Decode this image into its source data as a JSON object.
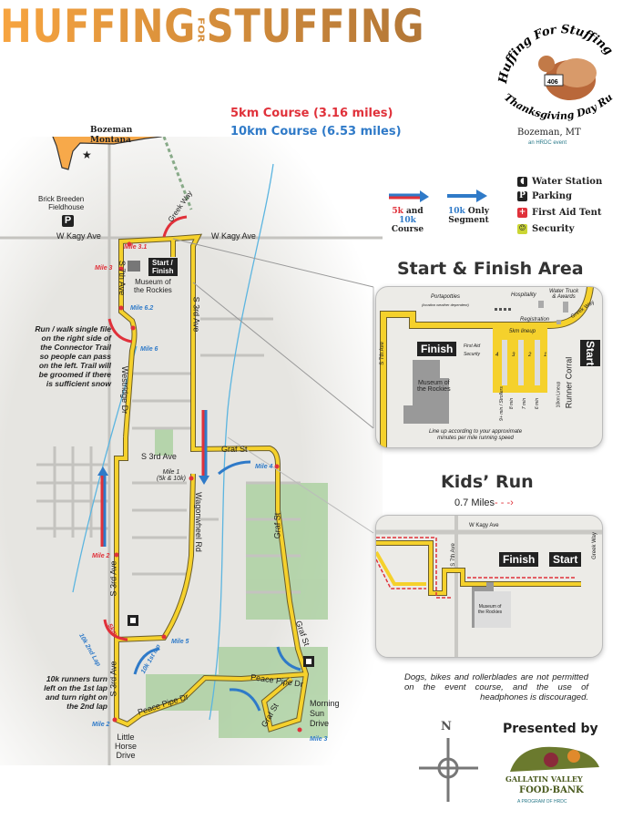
{
  "header": {
    "title_left": "HUFFING",
    "title_for": "FOR",
    "title_right": "STUFFING"
  },
  "logo": {
    "text_top": "Huffing For Stuffing",
    "text_bottom": "Thanksgiving Day Run",
    "bib": "406",
    "location": "Bozeman, MT",
    "event_by": "an HRDC event"
  },
  "state_inset": {
    "label_line1": "Bozeman",
    "label_line2": "Montana"
  },
  "courses": [
    {
      "label": "5km Course (3.16 miles)",
      "color": "#e0313a"
    },
    {
      "label": "10km Course (6.53 miles)",
      "color": "#2f7ac8"
    }
  ],
  "arrow_legend": [
    {
      "label_a": "5k",
      "label_b": " and ",
      "label_c": "10k",
      "label_d": "Course"
    },
    {
      "label_a": "10k",
      "label_b": " Only",
      "label_c": "Segment"
    }
  ],
  "icon_legend": [
    {
      "icon": "water-station-icon",
      "label": "Water Station"
    },
    {
      "icon": "parking-icon",
      "label": "Parking"
    },
    {
      "icon": "first-aid-icon",
      "label": "First Aid Tent"
    },
    {
      "icon": "security-icon",
      "label": "Security"
    }
  ],
  "map": {
    "fieldhouse": "Brick Breeden\nFieldhouse",
    "streets": {
      "kagy_w": "W  Kagy  Ave",
      "kagy_e": "W  Kagy  Ave",
      "greek": "Greek Way",
      "s7th": "S 7th Ave",
      "s3rd_n": "S 3rd Ave",
      "westridge": "Westridge  Dr",
      "s3rd_cross": "S  3rd  Ave",
      "graf_top": "Graf    St",
      "wagonwheel": "Wagonwheel  Rd",
      "graf_mid": "Graf  St",
      "s3rd_w": "S  3rd  Ave",
      "s3rd_w2": "S  3rd  Ave",
      "graf_low": "Graf  St",
      "graf_south": "Graf  St",
      "peace_e": "Peace  Pipe  Dr",
      "peace_w": "Peace   Pipe   Dr",
      "morning": "Morning\nSun\nDrive",
      "little_horse": "Little\nHorse\nDrive"
    },
    "start_finish": "Start /\nFinish",
    "museum": "Museum of\nthe Rockies",
    "miles": {
      "m31": "Mile 3.1",
      "m3a": "Mile 3",
      "m62": "Mile 6.2",
      "m6": "Mile 6",
      "m1": "Mile 1\n(5k & 10k)",
      "m4": "Mile 4",
      "m2red": "Mile 2",
      "m5": "Mile 5",
      "m2blue": "Mile 2",
      "m3blue": "Mile 3"
    },
    "lap_5k": "5km",
    "lap_10k2": "10k 2nd Lap",
    "lap_10k1": "10k 1st lap",
    "trail_note": "Run / walk single file\non the right side of\nthe Connector Trail\nso people can pass\non the left. Trail will\nbe groomed if there\nis sufficient snow",
    "turn_note_1": "10k runners turn ",
    "turn_note_left": "left",
    "turn_note_2": " on the 1st lap and turn ",
    "turn_note_right": "right",
    "turn_note_3": " on the 2nd lap"
  },
  "start_area": {
    "title": "Start & Finish Area",
    "portapotties": "Portapotties",
    "portapotties_note": "(location weather dependent)",
    "hospitality": "Hospitality",
    "water_truck": "Water Truck\n& Awards",
    "registration": "Registration",
    "lineup_5k": "5km lineup",
    "finish": "Finish",
    "start": "Start",
    "first_aid": "First Aid",
    "security": "Security",
    "corrals": [
      "4",
      "3",
      "2",
      "1"
    ],
    "paces": [
      "9+ min / Strollers",
      "8 min",
      "7 min",
      "6 min"
    ],
    "corral_label": "Runner Corral",
    "lineup_10k": "10km Lineup",
    "street_7th": "S 7th Ave",
    "street_greek": "Greek Way",
    "museum": "Museum of\nthe Rockies",
    "note": "Line up according to your approximate\nminutes per mile running speed"
  },
  "kids_run": {
    "title": "Kids’ Run",
    "distance": "0.7 Miles",
    "street_kagy": "W Kagy  Ave",
    "street_7th": "S  7th  Ave",
    "street_greek": "Greek Way",
    "finish": "Finish",
    "start": "Start",
    "museum": "Museum of\nthe Rockies"
  },
  "footer": {
    "notice": "Dogs, bikes and rollerblades are not permitted on the event course, and the use of headphones is discouraged.",
    "compass_n": "N",
    "presented_by": "Presented by",
    "sponsor_line1": "GALLATIN VALLEY",
    "sponsor_line2": "FOOD·BANK",
    "sponsor_program": "A PROGRAM OF HRDC"
  },
  "colors": {
    "route": "#f5d12c",
    "red": "#e0313a",
    "blue": "#2f7ac8",
    "montana": "#f7a94a",
    "title_start": "#f7a43f",
    "title_end": "#a26c36"
  }
}
